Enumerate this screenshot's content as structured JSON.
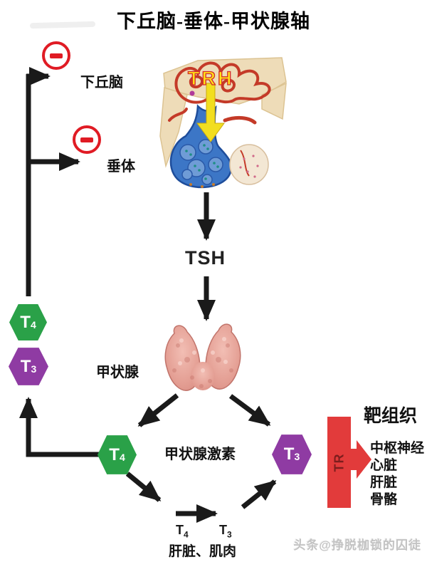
{
  "title": "下丘脑-垂体-甲状腺轴",
  "labels": {
    "hypothalamus": "下丘脑",
    "pituitary": "垂体",
    "trh": "TRH",
    "tsh": "TSH",
    "thyroid": "甲状腺",
    "thyroid_hormones": "甲状腺激素",
    "liver_muscle": "肝脏、肌肉",
    "target_tissue": "靶组织",
    "tr": "TR"
  },
  "targets": [
    "中枢神经",
    "心脏",
    "肝脏",
    "骨骼"
  ],
  "hormones": {
    "t4": {
      "main": "T",
      "sub": "4"
    },
    "t3": {
      "main": "T",
      "sub": "3"
    }
  },
  "watermark": "头条@挣脱枷锁的囚徒",
  "colors": {
    "t4_green": "#2aa148",
    "t3_purple": "#8f3ba3",
    "inhibition_red": "#e01b24",
    "tr_red": "#e23b3b",
    "arrow_black": "#1a1a1a",
    "trh_yellow": "#f2de1f",
    "thyroid_pink": "#e5a196",
    "pituitary_blue": "#3c76c6",
    "tissue_tan": "#eedcb8"
  }
}
